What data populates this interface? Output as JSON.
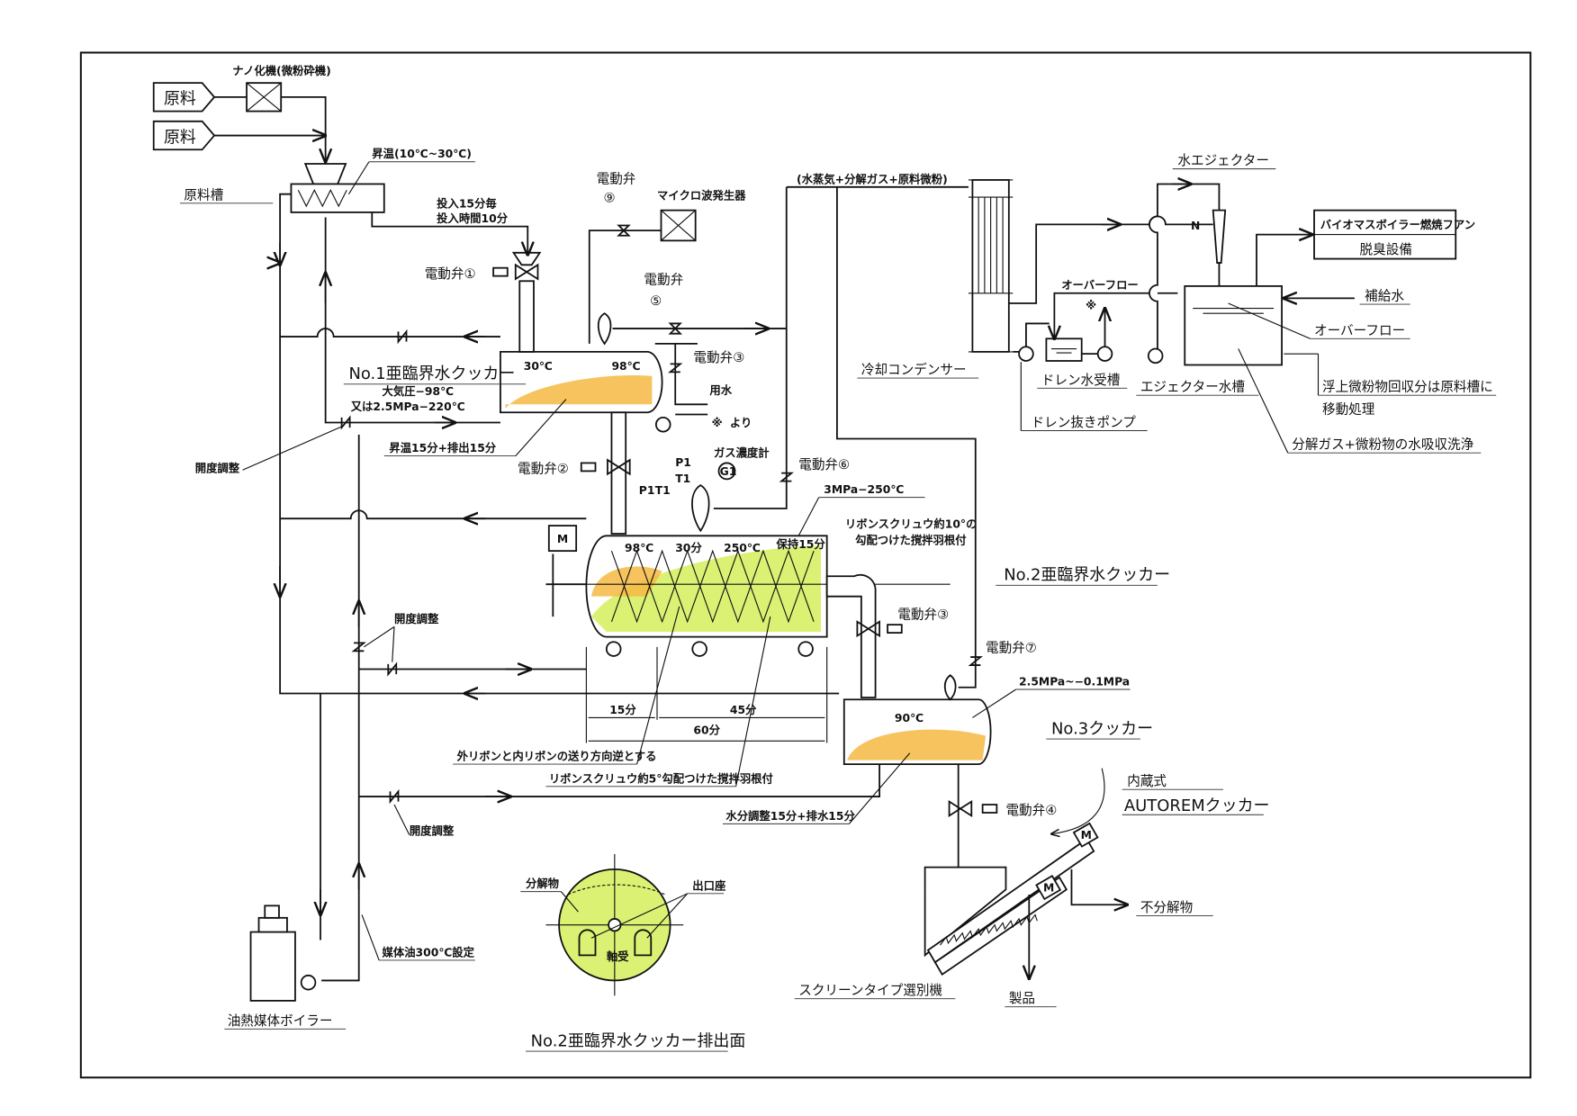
{
  "colors": {
    "line": "#111111",
    "orange_fill": "#f5b942",
    "green_fill": "#d4ef5a"
  },
  "feed": {
    "raw1": "原料",
    "raw2": "原料",
    "nano_mill": "ナノ化機(微粉砕機)",
    "heating": "昇温(10℃~30℃)",
    "raw_tank": "原料槽",
    "charge1": "投入15分毎",
    "charge2": "投入時間10分"
  },
  "valves": {
    "v1": "電動弁①",
    "v2": "電動弁②",
    "v3a": "電動弁③",
    "v3b": "電動弁③",
    "v4": "電動弁④",
    "v5": "電動弁",
    "v5n": "⑤",
    "v6": "電動弁⑥",
    "v7": "電動弁⑦",
    "v9": "電動弁",
    "v9n": "⑨"
  },
  "instruments": {
    "p1": "P1",
    "t1": "T1",
    "g1": "G1",
    "gas_meter": "ガス濃度計",
    "star": "※"
  },
  "cooker1": {
    "title": "No.1亜臨界水クッカー",
    "cond1": "大気圧−98℃",
    "cond2": "又は2.5MPa−220℃",
    "t_in": "30℃",
    "t_out": "98℃",
    "timing": "昇温15分+排出15分",
    "water": "用水",
    "from": "より"
  },
  "microwave": "マイクロ波発生器",
  "cooker2": {
    "title": "No.2亜臨界水クッカー",
    "pressure": "3MPa−250℃",
    "ribbon10_1": "リボンスクリュウ約10°の",
    "ribbon10_2": "勾配つけた撹拌羽根付",
    "z1": "98℃",
    "z2": "30分",
    "z3": "250℃",
    "z4": "保持15分",
    "d15": "15分",
    "d45": "45分",
    "d60": "60分",
    "reverse": "外リボンと内リボンの送り方向逆とする",
    "ribbon5": "リボンスクリュウ約5°勾配つけた撹拌羽根付",
    "motor": "M"
  },
  "cooker3": {
    "title": "No.3クッカー",
    "pressure": "2.5MPa~−0.1MPa",
    "temp": "90℃",
    "timing": "水分調整15分+排水15分",
    "builtin": "内蔵式",
    "autorem": "AUTOREMクッカー"
  },
  "separator": {
    "title": "スクリーンタイプ選別機",
    "undecomposed": "不分解物",
    "product": "製品",
    "motor": "M"
  },
  "heating_oil": {
    "adjust1": "開度調整",
    "adjust2": "開度調整",
    "adjust3": "開度調整",
    "oil_setting": "媒体油300℃設定",
    "boiler": "油熱媒体ボイラー"
  },
  "section": {
    "title": "No.2亜臨界水クッカー排出面",
    "decomposed": "分解物",
    "outlet": "出口座",
    "bearing": "軸受"
  },
  "gas_side": {
    "vapor": "(水蒸気+分解ガス+原料微粉)",
    "condenser": "冷却コンデンサー",
    "ejector": "水エジェクター",
    "overflow1": "オーバーフロー",
    "drain_tank": "ドレン水受槽",
    "drain_pump": "ドレン抜きポンプ",
    "ejector_tank": "エジェクター水槽",
    "biomass1": "バイオマスボイラー燃焼フアン",
    "biomass2": "脱臭設備",
    "makeup": "補給水",
    "overflow2": "オーバーフロー",
    "float1": "浮上微粉物回収分は原料槽に",
    "float2": "移動処理",
    "wash": "分解ガス+微粉物の水吸収洗浄"
  }
}
